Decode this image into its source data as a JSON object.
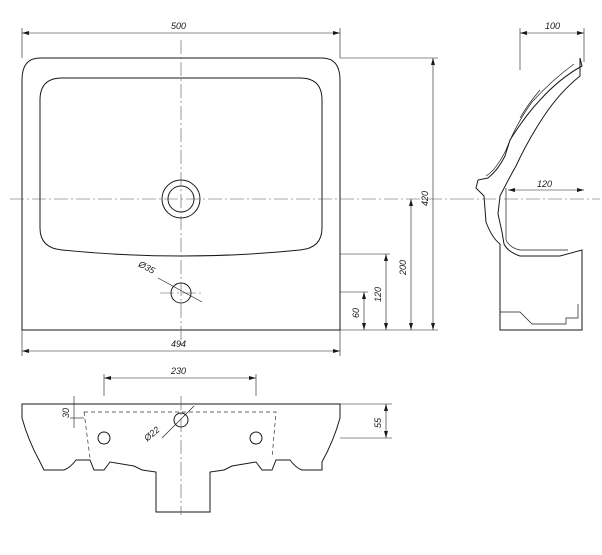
{
  "dimensions": {
    "top_width": "500",
    "bottom_width": "494",
    "height": "420",
    "side_depth": "100",
    "side_basin": "120",
    "side_height_200": "200",
    "side_height_120": "120",
    "side_height_60": "60",
    "diameter_35": "Ø35",
    "spacing_230": "230",
    "front_30": "30",
    "front_55": "55",
    "diameter_22": "Ø22"
  },
  "colors": {
    "line": "#1a1a1a",
    "background": "#ffffff"
  }
}
